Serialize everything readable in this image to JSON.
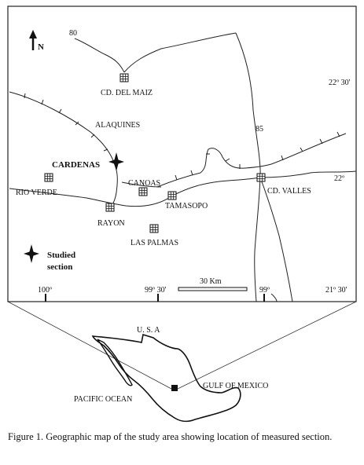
{
  "north": "N",
  "routes": {
    "r80": "80",
    "r85": "85"
  },
  "lat_labels": {
    "l1": "22º 30'",
    "l2": "22º",
    "l3": "21º 30'"
  },
  "lon_labels": {
    "l1": "100º",
    "l2": "99º 30'",
    "l3": "99º"
  },
  "scale": "30 Km",
  "towns": {
    "cd_del_maiz": "CD. DEL MAIZ",
    "alaquines": "ALAQUINES",
    "cardenas": "CARDENAS",
    "canoas": "CANOAS",
    "rio_verde": "RIO VERDE",
    "rayon": "RAYON",
    "tamasopo": "TAMASOPO",
    "las_palmas": "LAS PALMAS",
    "cd_valles": "CD. VALLES"
  },
  "legend": {
    "line1": "Studied",
    "line2": "section"
  },
  "inset": {
    "usa": "U. S. A",
    "gulf": "GULF OF MEXICO",
    "pacific": "PACIFIC OCEAN"
  },
  "caption": "Figure 1. Geographic map of the study area showing location of measured section."
}
